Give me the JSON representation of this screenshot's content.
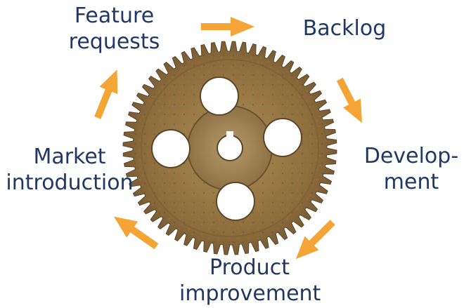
{
  "diagram": {
    "nodes": {
      "feature_requests": [
        "Feature",
        "requests"
      ],
      "backlog": [
        "Backlog"
      ],
      "development": [
        "Develop-",
        "ment"
      ],
      "product_improvement": [
        "Product",
        "improvement"
      ],
      "market_introduction": [
        "Market",
        "introduction"
      ]
    },
    "colors": {
      "text": "#1f3864",
      "arrow": "#f4a535",
      "gear": "#8a6a3a"
    },
    "center_icon": "gear-icon"
  }
}
